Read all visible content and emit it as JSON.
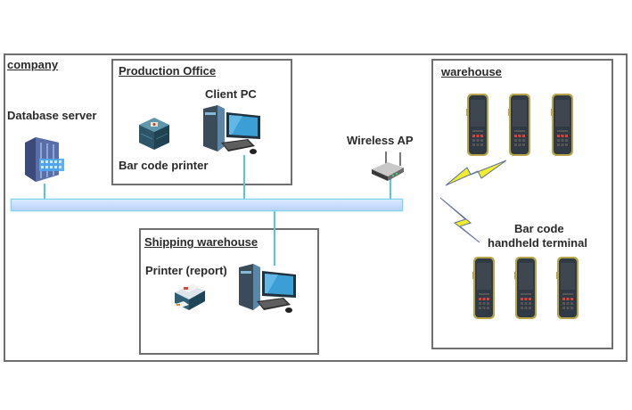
{
  "diagram": {
    "groups": {
      "company": "company",
      "production_office": "Production Office",
      "shipping_warehouse": "Shipping warehouse",
      "warehouse": "warehouse"
    },
    "devices": {
      "database_server": "Database server",
      "client_pc": "Client PC",
      "bar_code_printer": "Bar code printer",
      "wireless_ap": "Wireless AP",
      "printer_report": "Printer (report)",
      "handheld_line1": "Bar code",
      "handheld_line2": "handheld terminal"
    },
    "handheld_count": 6,
    "colors": {
      "border": "#6e6e6e",
      "wire": "#52c6e3",
      "bus": "#c4dafc",
      "lightning": "#f2ee2a",
      "device_body": "#2f3a45",
      "device_trim": "#b6a54a"
    }
  }
}
